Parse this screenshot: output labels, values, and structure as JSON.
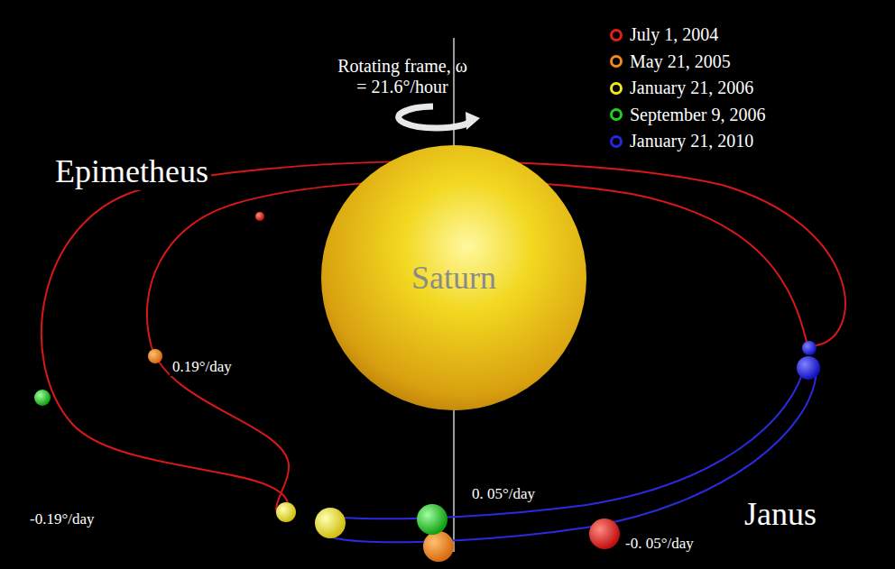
{
  "diagram": {
    "nodes": [
      {
        "text": [
          "Saturn"
        ]
      }
    ],
    "labels": [
      "Epimetheus",
      "Janus",
      "Rotating frame, ω = 21.6°/hour",
      "0.19°/day",
      "-0.19°/day",
      "0. 05°/day",
      "-0. 05°/day"
    ],
    "legend": [
      {
        "text": "July 1, 2004",
        "color": "#e0201c"
      },
      {
        "text": "May 21, 2005",
        "color": "#f08a1c"
      },
      {
        "text": "January 21, 2006",
        "color": "#f0e81c"
      },
      {
        "text": "September 9, 2006",
        "color": "#22d022"
      },
      {
        "text": "January 21, 2010",
        "color": "#2626e6"
      }
    ]
  }
}
